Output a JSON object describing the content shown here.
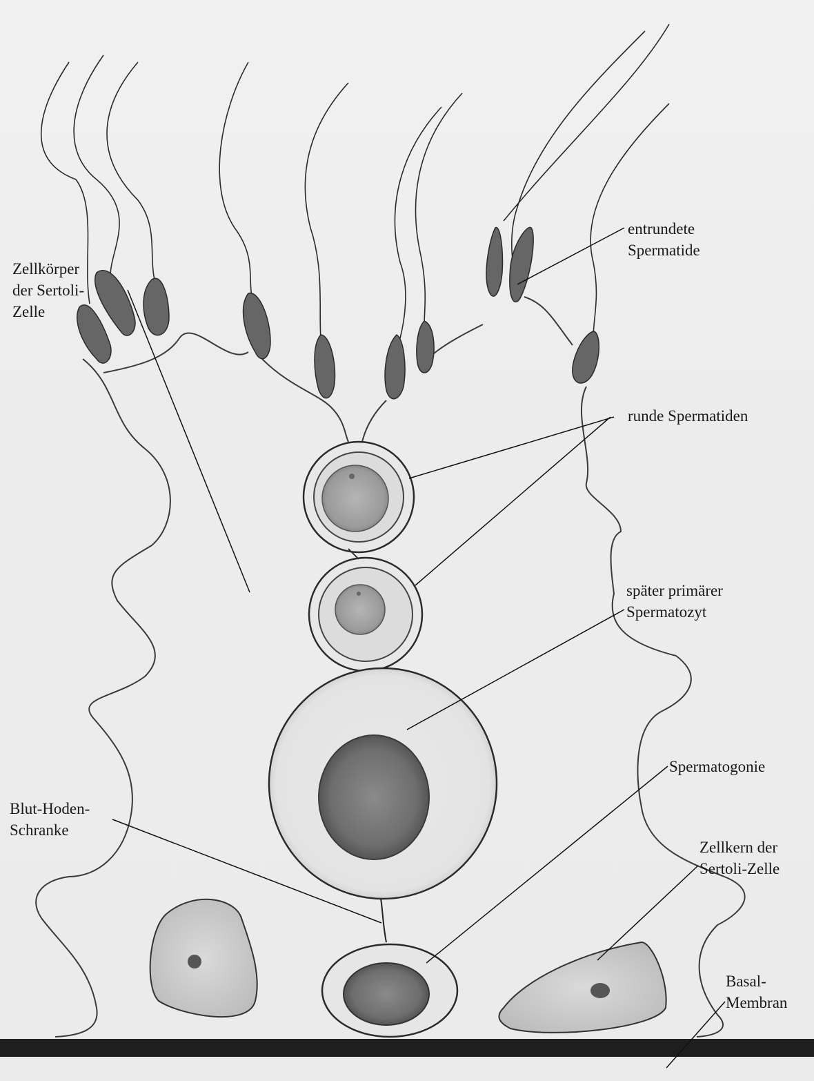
{
  "diagram": {
    "labels": {
      "entrundete_spermatide": [
        "entrundete",
        "Spermatide"
      ],
      "runde_spermatiden": [
        "runde Spermatiden"
      ],
      "zellkoerper": [
        "Zellkörper",
        "der Sertoli-",
        "Zelle"
      ],
      "spaeter_primaerer": [
        "später primärer",
        "Spermatozyt"
      ],
      "spermatogonie": [
        "Spermatogonie"
      ],
      "blut_hoden": [
        "Blut-Hoden-",
        "Schranke"
      ],
      "zellkern": [
        "Zellkern der",
        "Sertoli-Zelle"
      ],
      "basal": [
        "Basal-",
        "Membran"
      ]
    }
  }
}
